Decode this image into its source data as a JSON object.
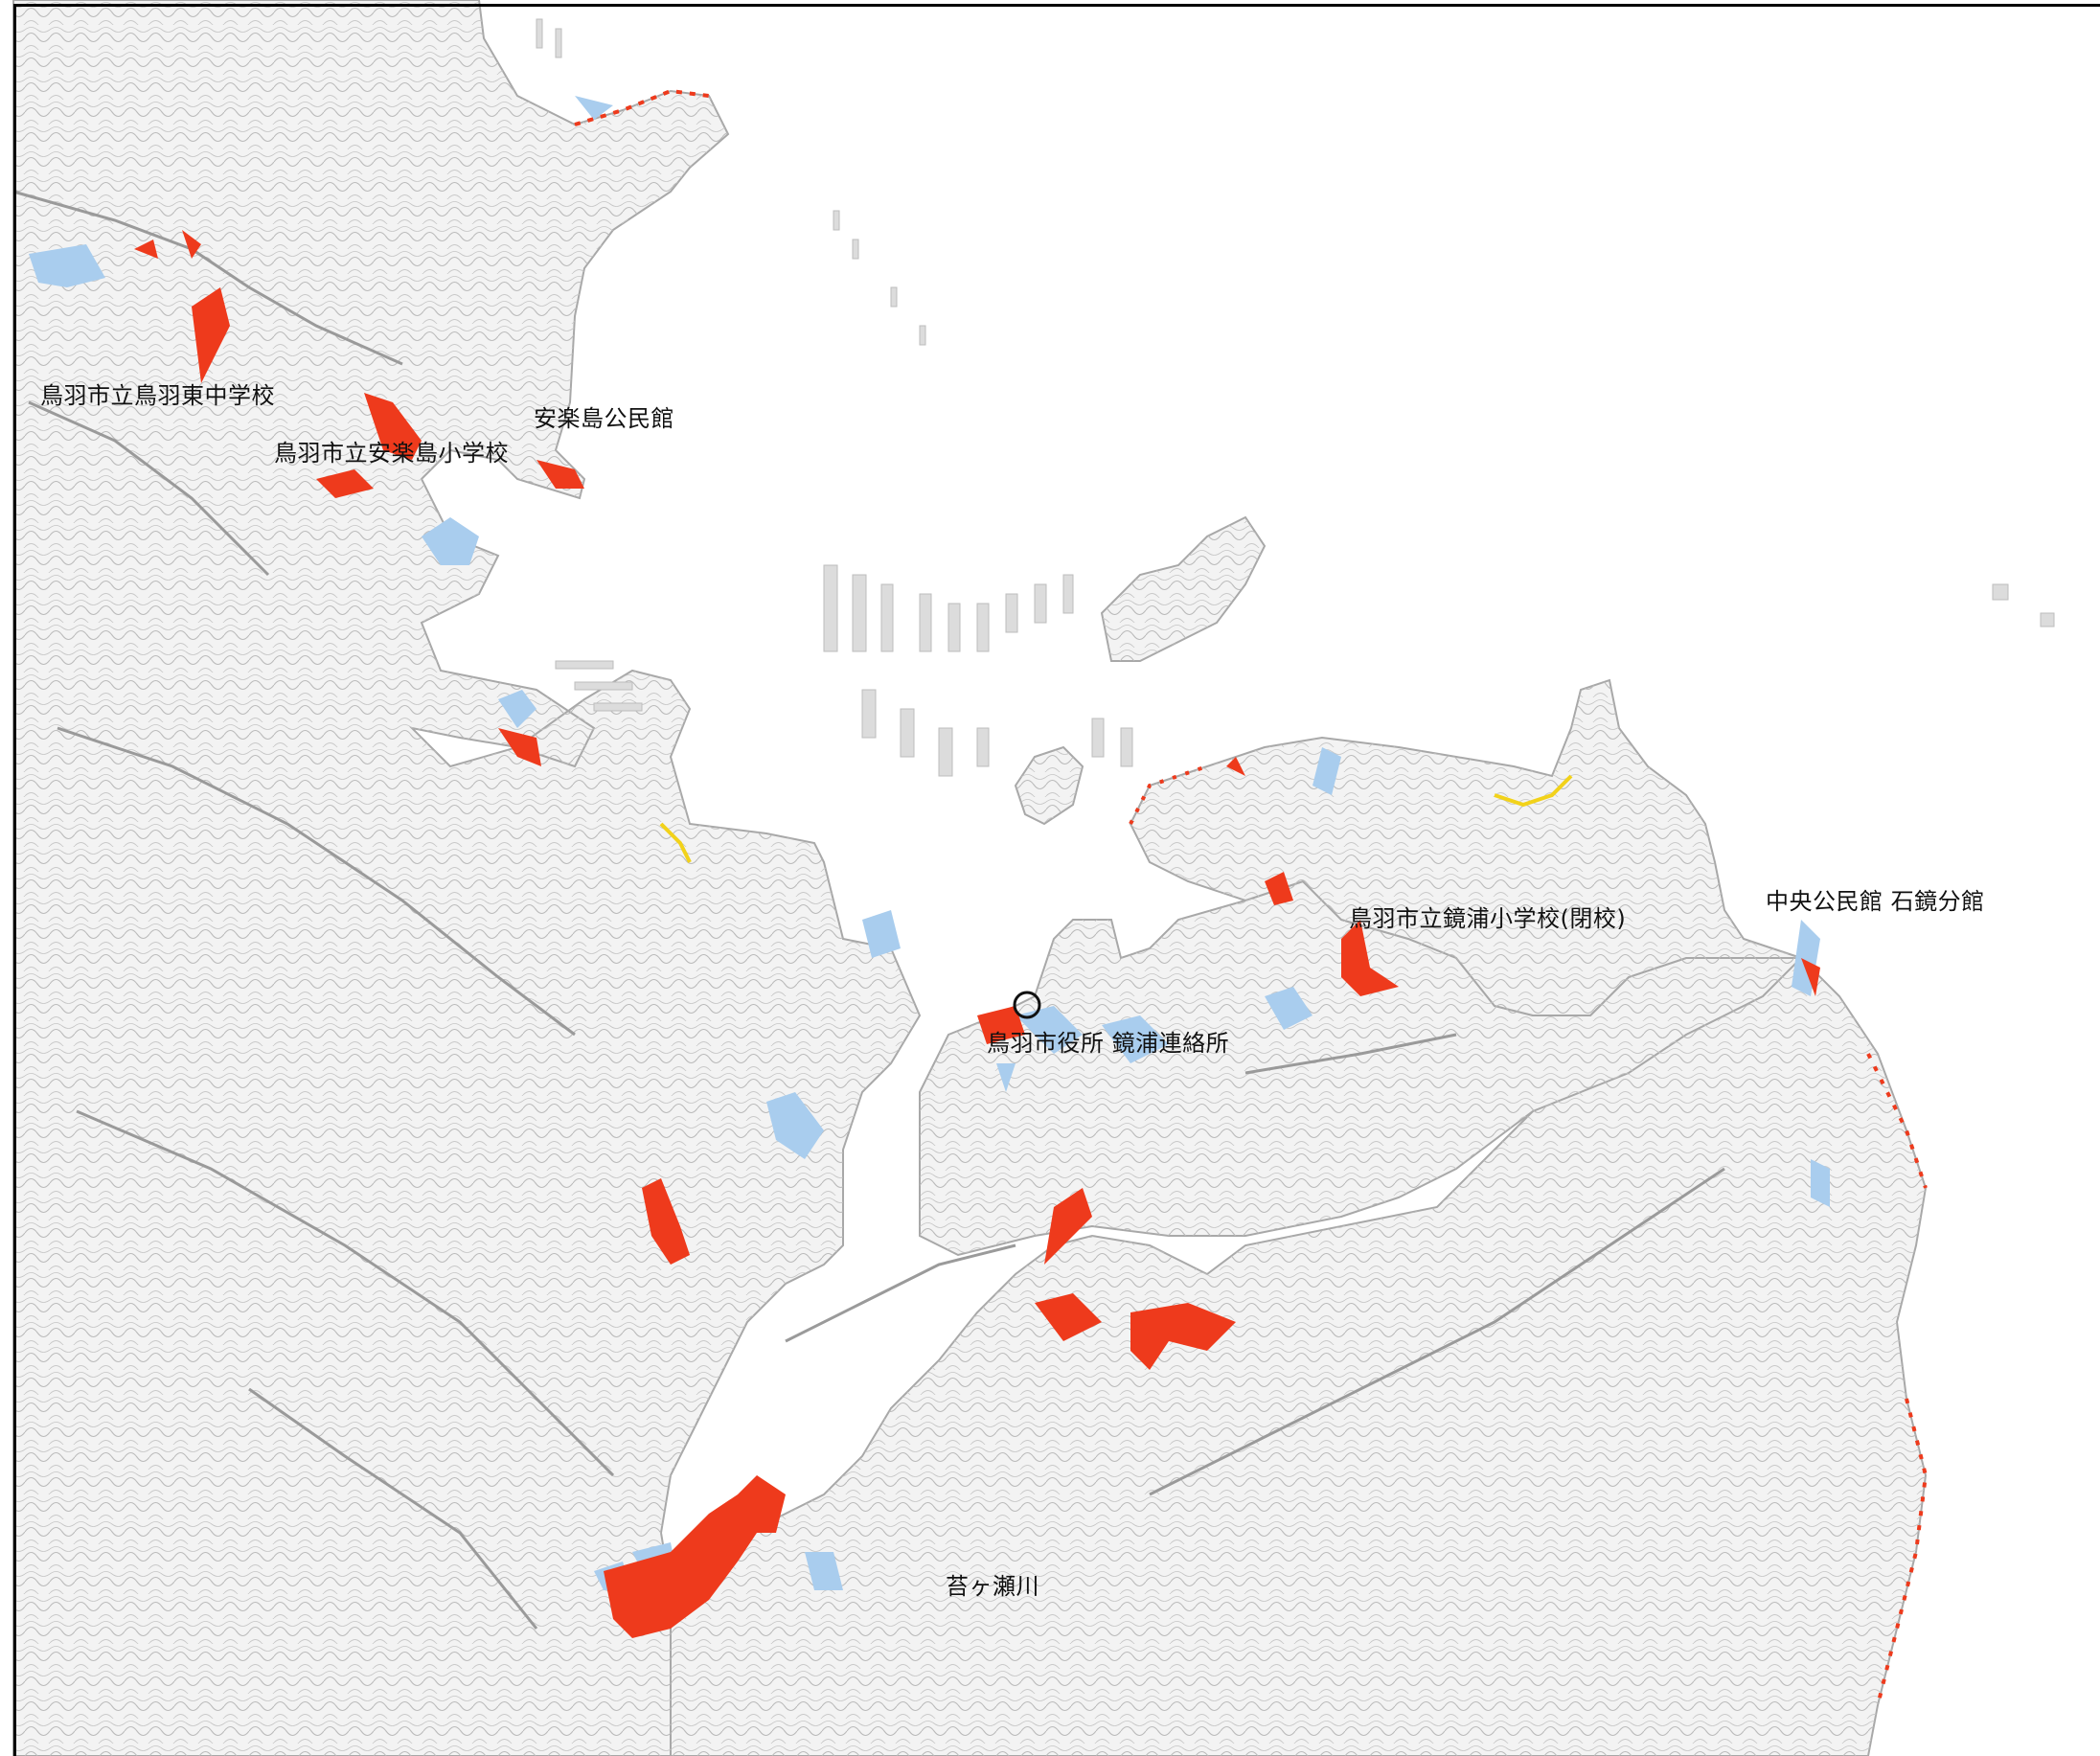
{
  "colors": {
    "water": "#ffffff",
    "land": "#f4f4f4",
    "contour": "#b8b8b8",
    "road": "#9a9a9a",
    "inundation_deep": "#ee3a1c",
    "inundation_shallow": "#a9cdee",
    "coast_yellow": "#f2d21a",
    "marker": "#111111"
  },
  "marker_icon": "circle-marker-icon",
  "labels": {
    "toba_higashi_jhs": "鳥羽市立鳥羽東中学校",
    "anrakujima_es": "鳥羽市立安楽島小学校",
    "anrakujima_hall": "安楽島公民館",
    "kagamiura_es": "鳥羽市立鏡浦小学校(閉校)",
    "chuo_hall_ishikagami": "中央公民館 石鏡分館",
    "city_office_kagamiura": "鳥羽市役所 鏡浦連絡所",
    "kokegase_river": "苔ヶ瀬川"
  }
}
